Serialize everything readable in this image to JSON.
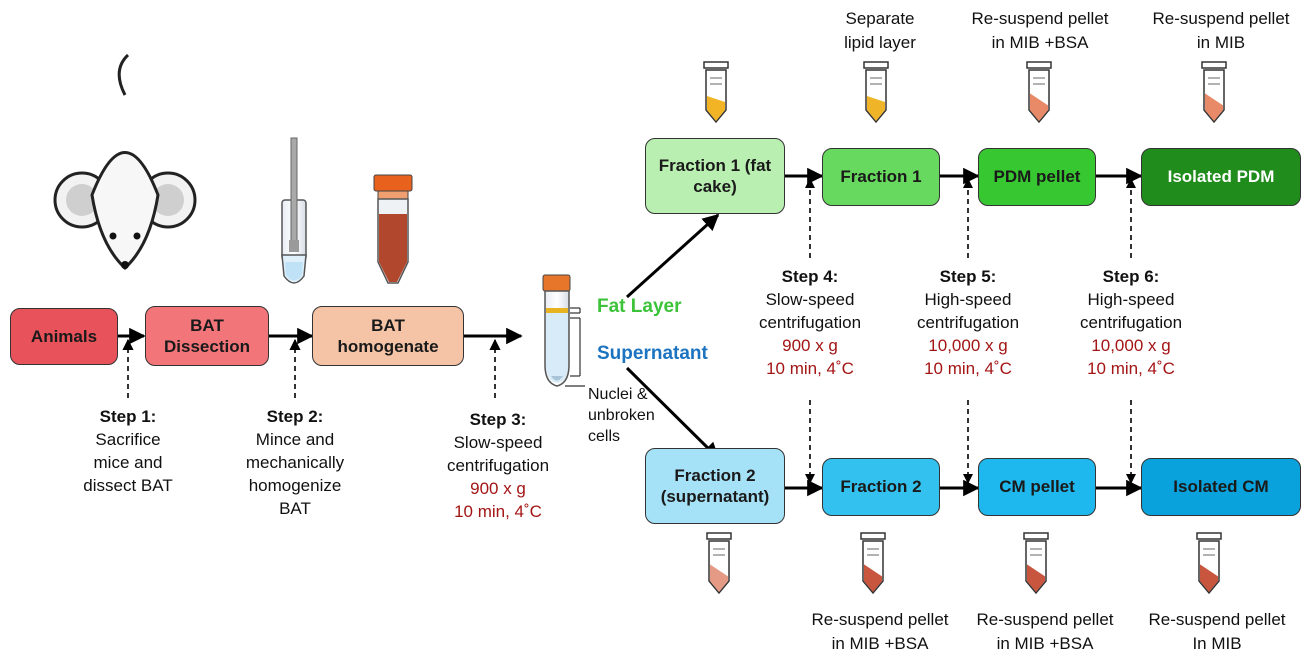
{
  "colors": {
    "animals": "#e8525a",
    "bat_dissection": "#f2757a",
    "bat_homogenate": "#f5c4a6",
    "fraction1_fatcake": "#b9efb0",
    "fraction1": "#66d95e",
    "pdm_pellet": "#37c730",
    "isolated_pdm": "#1f8c1c",
    "fraction2_supernatant": "#a6e2f7",
    "fraction2": "#33c2f0",
    "cm_pellet": "#1fb8ee",
    "isolated_cm": "#0aa2dc",
    "fat_layer_text": "#3cc33a",
    "supernatant_text": "#1c74c1",
    "condition_text": "#a31515"
  },
  "boxes": {
    "animals": "Animals",
    "bat_dissection": "BAT Dissection",
    "bat_homogenate": "BAT homogenate",
    "fraction1_fatcake": "Fraction 1 (fat cake)",
    "fraction1": "Fraction 1",
    "pdm_pellet": "PDM pellet",
    "isolated_pdm": "Isolated PDM",
    "fraction2_supernatant": "Fraction 2 (supernatant)",
    "fraction2": "Fraction 2",
    "cm_pellet": "CM pellet",
    "isolated_cm": "Isolated CM"
  },
  "steps": {
    "step1": {
      "title": "Step 1:",
      "lines": [
        "Sacrifice",
        "mice and",
        "dissect BAT"
      ]
    },
    "step2": {
      "title": "Step 2:",
      "lines": [
        "Mince and",
        "mechanically",
        "homogenize",
        "BAT"
      ]
    },
    "step3": {
      "title": "Step 3:",
      "lines": [
        "Slow-speed",
        "centrifugation"
      ],
      "speed": "900 x g",
      "time": "10 min, 4˚C"
    },
    "step4": {
      "title": "Step 4:",
      "lines": [
        "Slow-speed",
        "centrifugation"
      ],
      "speed": "900 x g",
      "time": "10 min, 4˚C"
    },
    "step5": {
      "title": "Step 5:",
      "lines": [
        "High-speed",
        "centrifugation"
      ],
      "speed": "10,000 x g",
      "time": "10 min, 4˚C"
    },
    "step6": {
      "title": "Step 6:",
      "lines": [
        "High-speed",
        "centrifugation"
      ],
      "speed": "10,000 x g",
      "time": "10 min, 4˚C"
    }
  },
  "tube_labels": {
    "fat_layer": "Fat Layer",
    "supernatant": "Supernatant",
    "nuclei": [
      "Nuclei &",
      "unbroken",
      "cells"
    ]
  },
  "top_notes": {
    "fraction1": [
      "Separate",
      "lipid layer"
    ],
    "pdm_pellet": [
      "Re-suspend pellet",
      "in MIB +BSA"
    ],
    "isolated_pdm": [
      "Re-suspend pellet",
      "in MIB"
    ]
  },
  "bottom_notes": {
    "fraction2": [
      "Re-suspend pellet",
      "in MIB +BSA"
    ],
    "cm_pellet": [
      "Re-suspend pellet",
      "in MIB +BSA"
    ],
    "isolated_cm": [
      "Re-suspend pellet",
      "In MIB"
    ]
  }
}
